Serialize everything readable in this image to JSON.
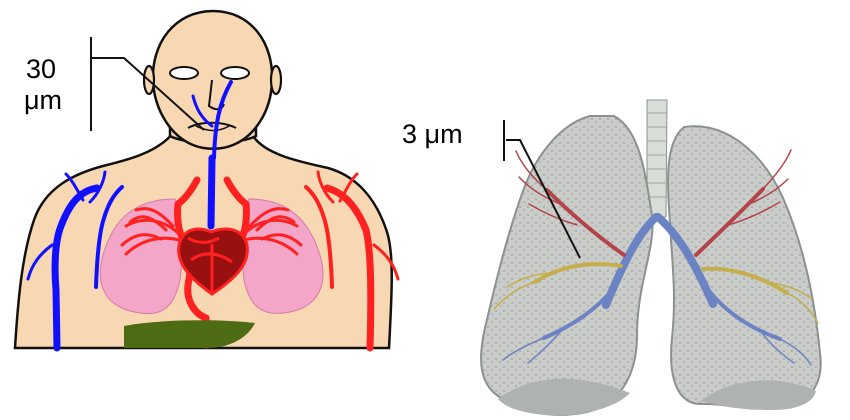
{
  "annotations": {
    "left_value": "30",
    "left_unit": "μm",
    "right": "3 μm"
  },
  "colors": {
    "skin": "#f8d7b3",
    "skin_outline": "#111111",
    "vein": "#1010ff",
    "artery": "#ff2020",
    "lung": "#f4a6c8",
    "heart": "#991010",
    "liver": "#4d6b12",
    "lung_tissue": "#c9ccc8",
    "bronchial_red": "#b34448",
    "bronchial_blue": "#6c83c3",
    "bronchial_yellow": "#c5ae4b"
  },
  "icons": {
    "human_figure": "circulatory-system-figure",
    "lungs": "lung-anatomy-illustration"
  }
}
